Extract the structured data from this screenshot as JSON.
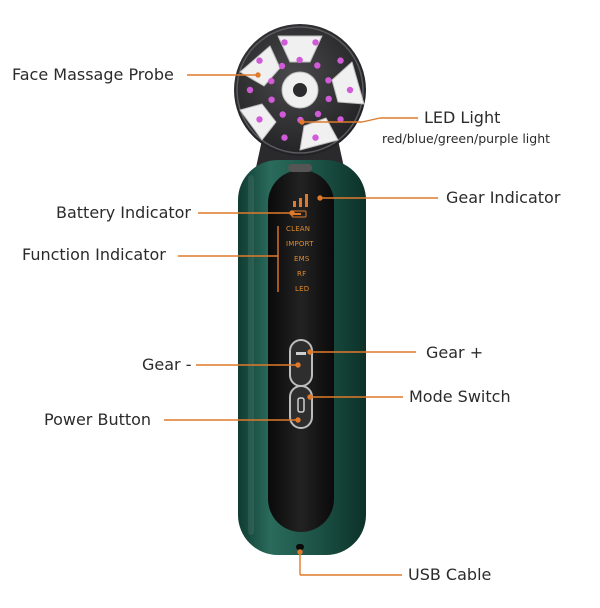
{
  "labels": {
    "probe": "Face Massage Probe",
    "led": "LED Light",
    "led_colors": "red/blue/green/purple light",
    "gear_indicator": "Gear Indicator",
    "battery": "Battery Indicator",
    "function": "Function Indicator",
    "gear_minus": "Gear -",
    "gear_plus": "Gear +",
    "mode_switch": "Mode Switch",
    "power": "Power Button",
    "usb": "USB Cable"
  },
  "indicators": [
    "CLEAN",
    "IMPORT",
    "EMS",
    "RF",
    "LED"
  ],
  "colors": {
    "body": "#1f5a4e",
    "panel": "#141414",
    "head": "#2c2c2e",
    "pad": "#f2f2f2",
    "led": "#d05ad8",
    "leader": "#e07a2a"
  },
  "icons": [
    "probe-head",
    "gear-bars-icon",
    "battery-icon",
    "rocker-switch-icon"
  ]
}
